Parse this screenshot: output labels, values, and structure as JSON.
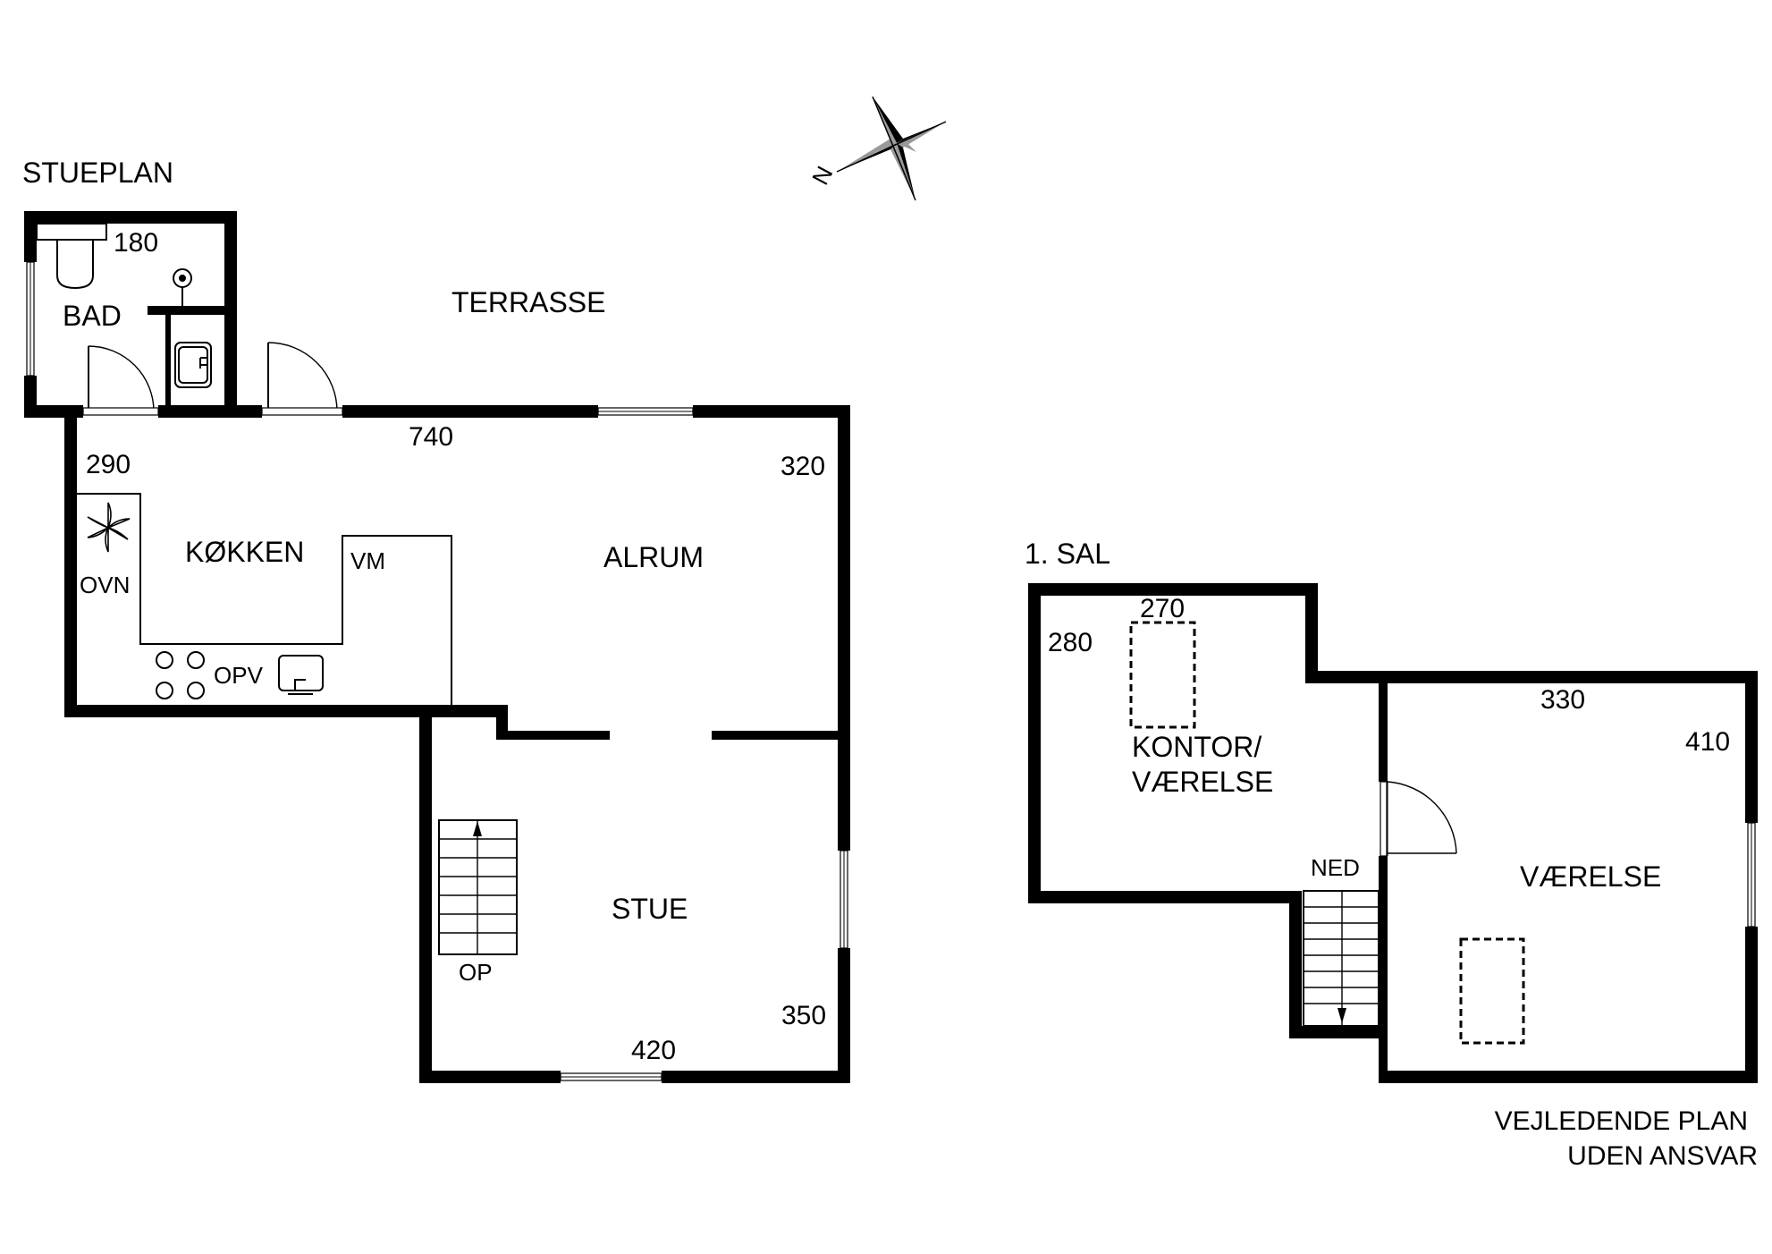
{
  "compass": {
    "north_letter": "N"
  },
  "ground_floor": {
    "title": "STUEPLAN",
    "terrace": "TERRASSE",
    "bath": {
      "name": "BAD",
      "dimension": "180"
    },
    "kitchen": {
      "name": "KØKKEN",
      "oven": "OVN",
      "dishwasher": "OPV",
      "washer": "VM",
      "dimension": "290"
    },
    "alrum": {
      "name": "ALRUM",
      "dimension_top": "740",
      "dimension_right": "320"
    },
    "stue": {
      "name": "STUE",
      "stairs": "OP",
      "dimension_bottom": "420",
      "dimension_right": "350"
    }
  },
  "first_floor": {
    "title": "1. SAL",
    "office": {
      "name_line1": "KONTOR/",
      "name_line2": "VÆRELSE",
      "dimension_top": "270",
      "dimension_left": "280"
    },
    "bedroom": {
      "name": "VÆRELSE",
      "dimension_top": "330",
      "dimension_right": "410"
    },
    "stairs": "NED"
  },
  "disclaimer": {
    "line1": "VEJLEDENDE PLAN",
    "line2": "UDEN ANSVAR"
  }
}
